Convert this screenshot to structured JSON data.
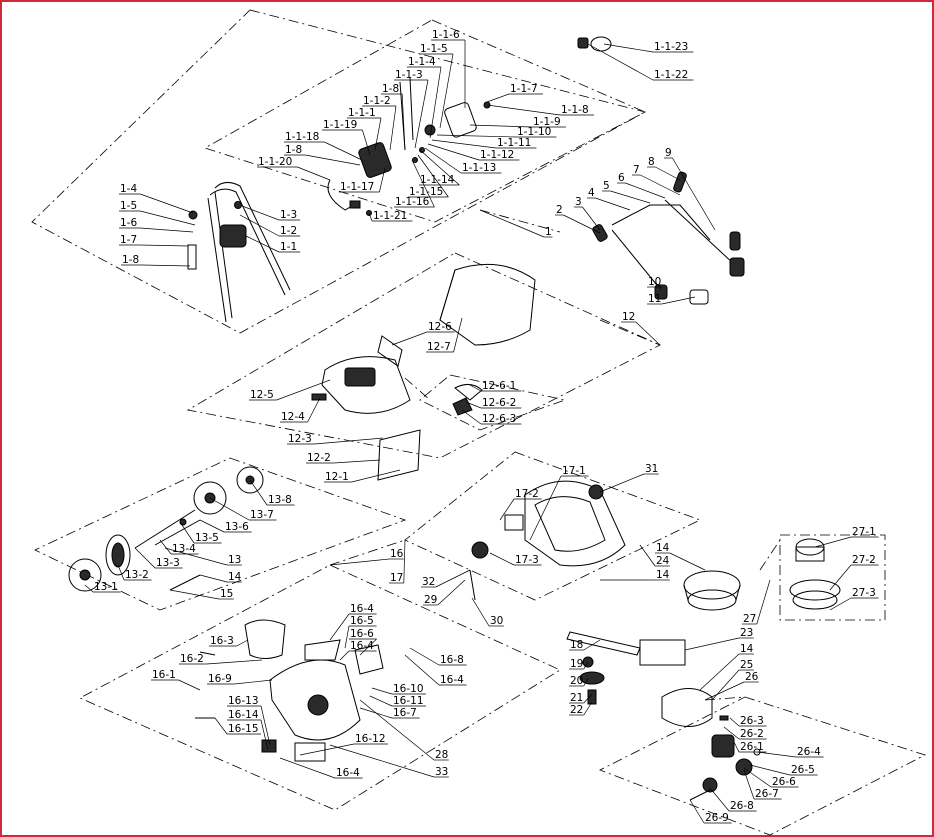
{
  "border_color": "#d2283c",
  "labels": [
    {
      "id": "1-1-6",
      "text": "1-1-6"
    },
    {
      "id": "1-1-5",
      "text": "1-1-5"
    },
    {
      "id": "1-1-4",
      "text": "1-1-4"
    },
    {
      "id": "1-1-3",
      "text": "1-1-3"
    },
    {
      "id": "1-8a",
      "text": "1-8"
    },
    {
      "id": "1-1-2",
      "text": "1-1-2"
    },
    {
      "id": "1-1-1",
      "text": "1-1-1"
    },
    {
      "id": "1-1-19",
      "text": "1-1-19"
    },
    {
      "id": "1-1-18",
      "text": "1-1-18"
    },
    {
      "id": "1-8b",
      "text": "1-8"
    },
    {
      "id": "1-1-20",
      "text": "1-1-20"
    },
    {
      "id": "1-1-17",
      "text": "1-1-17"
    },
    {
      "id": "1-1-16",
      "text": "1-1-16"
    },
    {
      "id": "1-1-15",
      "text": "1-1-15"
    },
    {
      "id": "1-1-14",
      "text": "1-1-14"
    },
    {
      "id": "1-1-13",
      "text": "1-1-13"
    },
    {
      "id": "1-1-12",
      "text": "1-1-12"
    },
    {
      "id": "1-1-11",
      "text": "1-1-11"
    },
    {
      "id": "1-1-10",
      "text": "1-1-10"
    },
    {
      "id": "1-1-9",
      "text": "1-1-9"
    },
    {
      "id": "1-1-8",
      "text": "1-1-8"
    },
    {
      "id": "1-1-7",
      "text": "1-1-7"
    },
    {
      "id": "1-1-21",
      "text": "1-1-21"
    },
    {
      "id": "1-1-23",
      "text": "1-1-23"
    },
    {
      "id": "1-1-22",
      "text": "1-1-22"
    },
    {
      "id": "1-4",
      "text": "1-4"
    },
    {
      "id": "1-5",
      "text": "1-5"
    },
    {
      "id": "1-6",
      "text": "1-6"
    },
    {
      "id": "1-7",
      "text": "1-7"
    },
    {
      "id": "1-8c",
      "text": "1-8"
    },
    {
      "id": "1-3",
      "text": "1-3"
    },
    {
      "id": "1-2",
      "text": "1-2"
    },
    {
      "id": "1-1",
      "text": "1-1"
    },
    {
      "id": "1",
      "text": "1"
    },
    {
      "id": "2",
      "text": "2"
    },
    {
      "id": "3",
      "text": "3"
    },
    {
      "id": "4",
      "text": "4"
    },
    {
      "id": "5",
      "text": "5"
    },
    {
      "id": "6",
      "text": "6"
    },
    {
      "id": "7",
      "text": "7"
    },
    {
      "id": "8",
      "text": "8"
    },
    {
      "id": "9",
      "text": "9"
    },
    {
      "id": "10",
      "text": "10"
    },
    {
      "id": "11",
      "text": "11"
    },
    {
      "id": "12",
      "text": "12"
    },
    {
      "id": "12-6",
      "text": "12-6"
    },
    {
      "id": "12-7",
      "text": "12-7"
    },
    {
      "id": "12-5",
      "text": "12-5"
    },
    {
      "id": "12-4",
      "text": "12-4"
    },
    {
      "id": "12-6-1",
      "text": "12-6-1"
    },
    {
      "id": "12-6-2",
      "text": "12-6-2"
    },
    {
      "id": "12-6-3",
      "text": "12-6-3"
    },
    {
      "id": "12-3",
      "text": "12-3"
    },
    {
      "id": "12-2",
      "text": "12-2"
    },
    {
      "id": "12-1",
      "text": "12-1"
    },
    {
      "id": "13-8",
      "text": "13-8"
    },
    {
      "id": "13-7",
      "text": "13-7"
    },
    {
      "id": "13-6",
      "text": "13-6"
    },
    {
      "id": "13-5",
      "text": "13-5"
    },
    {
      "id": "13-4",
      "text": "13-4"
    },
    {
      "id": "13-3",
      "text": "13-3"
    },
    {
      "id": "13",
      "text": "13"
    },
    {
      "id": "13-2",
      "text": "13-2"
    },
    {
      "id": "14a",
      "text": "14"
    },
    {
      "id": "13-1",
      "text": "13-1"
    },
    {
      "id": "15",
      "text": "15"
    },
    {
      "id": "17-1",
      "text": "17-1"
    },
    {
      "id": "31",
      "text": "31"
    },
    {
      "id": "17-2",
      "text": "17-2"
    },
    {
      "id": "16",
      "text": "16"
    },
    {
      "id": "17",
      "text": "17"
    },
    {
      "id": "17-3",
      "text": "17-3"
    },
    {
      "id": "14b",
      "text": "14"
    },
    {
      "id": "24",
      "text": "24"
    },
    {
      "id": "14c",
      "text": "14"
    },
    {
      "id": "32",
      "text": "32"
    },
    {
      "id": "29",
      "text": "29"
    },
    {
      "id": "30",
      "text": "30"
    },
    {
      "id": "27-1",
      "text": "27-1"
    },
    {
      "id": "27-2",
      "text": "27-2"
    },
    {
      "id": "27-3",
      "text": "27-3"
    },
    {
      "id": "27",
      "text": "27"
    },
    {
      "id": "16-4a",
      "text": "16-4"
    },
    {
      "id": "16-5",
      "text": "16-5"
    },
    {
      "id": "16-3",
      "text": "16-3"
    },
    {
      "id": "16-6",
      "text": "16-6"
    },
    {
      "id": "16-4b",
      "text": "16-4"
    },
    {
      "id": "16-2",
      "text": "16-2"
    },
    {
      "id": "16-8",
      "text": "16-8"
    },
    {
      "id": "16-9",
      "text": "16-9"
    },
    {
      "id": "16-1",
      "text": "16-1"
    },
    {
      "id": "16-4c",
      "text": "16-4"
    },
    {
      "id": "16-10",
      "text": "16-10"
    },
    {
      "id": "16-11",
      "text": "16-11"
    },
    {
      "id": "16-7",
      "text": "16-7"
    },
    {
      "id": "16-13",
      "text": "16-13"
    },
    {
      "id": "16-14",
      "text": "16-14"
    },
    {
      "id": "16-15",
      "text": "16-15"
    },
    {
      "id": "16-12",
      "text": "16-12"
    },
    {
      "id": "28",
      "text": "28"
    },
    {
      "id": "33",
      "text": "33"
    },
    {
      "id": "16-4d",
      "text": "16-4"
    },
    {
      "id": "18",
      "text": "18"
    },
    {
      "id": "19",
      "text": "19"
    },
    {
      "id": "20",
      "text": "20"
    },
    {
      "id": "21",
      "text": "21"
    },
    {
      "id": "22",
      "text": "22"
    },
    {
      "id": "23",
      "text": "23"
    },
    {
      "id": "14d",
      "text": "14"
    },
    {
      "id": "25",
      "text": "25"
    },
    {
      "id": "26",
      "text": "26"
    },
    {
      "id": "26-3",
      "text": "26-3"
    },
    {
      "id": "26-2",
      "text": "26-2"
    },
    {
      "id": "26-1",
      "text": "26-1"
    },
    {
      "id": "26-4",
      "text": "26-4"
    },
    {
      "id": "26-5",
      "text": "26-5"
    },
    {
      "id": "26-6",
      "text": "26-6"
    },
    {
      "id": "26-7",
      "text": "26-7"
    },
    {
      "id": "26-8",
      "text": "26-8"
    },
    {
      "id": "26-9",
      "text": "26-9"
    }
  ]
}
